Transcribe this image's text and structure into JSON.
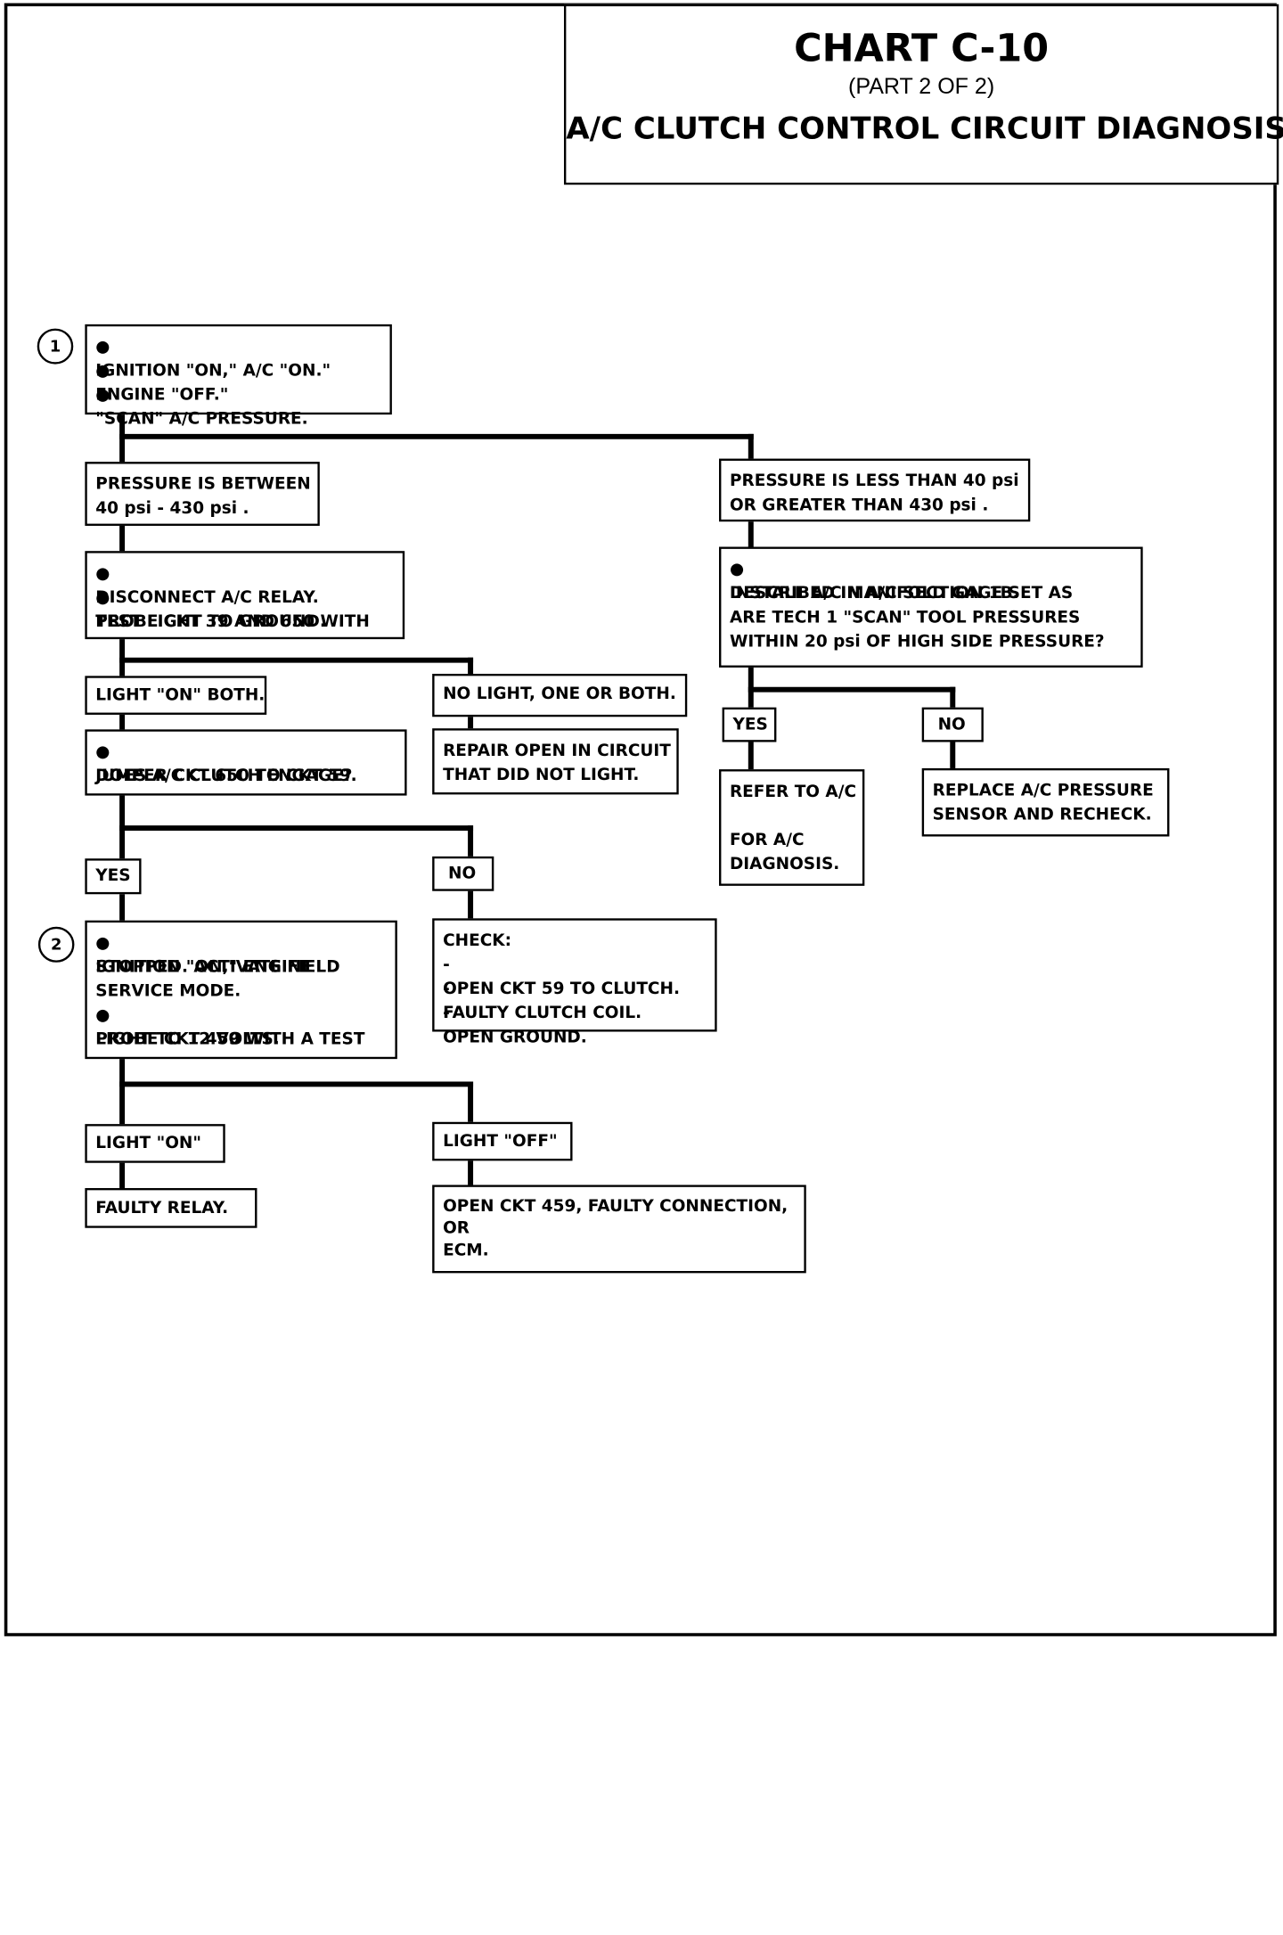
{
  "title": {
    "chart": "CHART C-10",
    "part": "(PART 2 OF 2)",
    "subject": "A/C CLUTCH CONTROL CIRCUIT DIAGNOSIS"
  },
  "steps": {
    "one": "1",
    "two": "2"
  },
  "nodes": {
    "start": [
      "IGNITION \"ON,\" A/C \"ON.\"",
      "ENGINE \"OFF.\"",
      "\"SCAN\" A/C PRESSURE."
    ],
    "between": [
      "PRESSURE IS BETWEEN",
      "40 psi - 430 psi ."
    ],
    "outside": [
      "PRESSURE IS LESS THAN 40 psi",
      "OR GREATER THAN 430 psi ."
    ],
    "disconnect": [
      [
        "DISCONNECT A/C RELAY."
      ],
      [
        "PROBE CKT 39 AND 650 WITH",
        "TEST LIGHT TO GROUND."
      ]
    ],
    "install_gage": [
      "INSTALL A/C MANIFOLD GAGE SET AS",
      "DESCRIBED IN A/C SECTION 1B.",
      "ARE TECH 1 \"SCAN\" TOOL PRESSURES",
      "WITHIN 20 psi OF HIGH SIDE PRESSURE?"
    ],
    "light_on_both": "LIGHT \"ON\" BOTH.",
    "no_light": "NO LIGHT, ONE OR BOTH.",
    "gage_yes": "YES",
    "gage_no": "NO",
    "jumper": [
      "JUMPER CKT 650 TO CKT 59.",
      "DOES A/C CLUTCH ENGAGE?"
    ],
    "repair_open": [
      "REPAIR OPEN IN CIRCUIT",
      "THAT DID NOT LIGHT."
    ],
    "refer_ac": [
      "REFER TO A/C",
      "",
      "FOR A/C",
      "DIAGNOSIS."
    ],
    "replace_sensor": [
      "REPLACE A/C PRESSURE",
      "SENSOR AND RECHECK."
    ],
    "clutch_yes": "YES",
    "clutch_no": "NO",
    "ignition_field": [
      [
        "IGNITION \"ON,\" ENGINE",
        "STOPPED.  ACTIVATE FIELD",
        "SERVICE MODE."
      ],
      [
        "PROBE CKT 459 WITH A TEST",
        "LIGHT TO 12 VOLTS."
      ]
    ],
    "check": {
      "heading": "CHECK:",
      "items": [
        "OPEN CKT 59 TO CLUTCH.",
        "FAULTY CLUTCH COIL.",
        "OPEN GROUND."
      ]
    },
    "light_on": "LIGHT \"ON\"",
    "light_off": "LIGHT \"OFF\"",
    "faulty_relay": "FAULTY RELAY.",
    "open_459": [
      "OPEN CKT 459, FAULTY CONNECTION,",
      "OR",
      "ECM."
    ]
  },
  "symbols": {
    "bullet": "●",
    "dash": "-"
  }
}
